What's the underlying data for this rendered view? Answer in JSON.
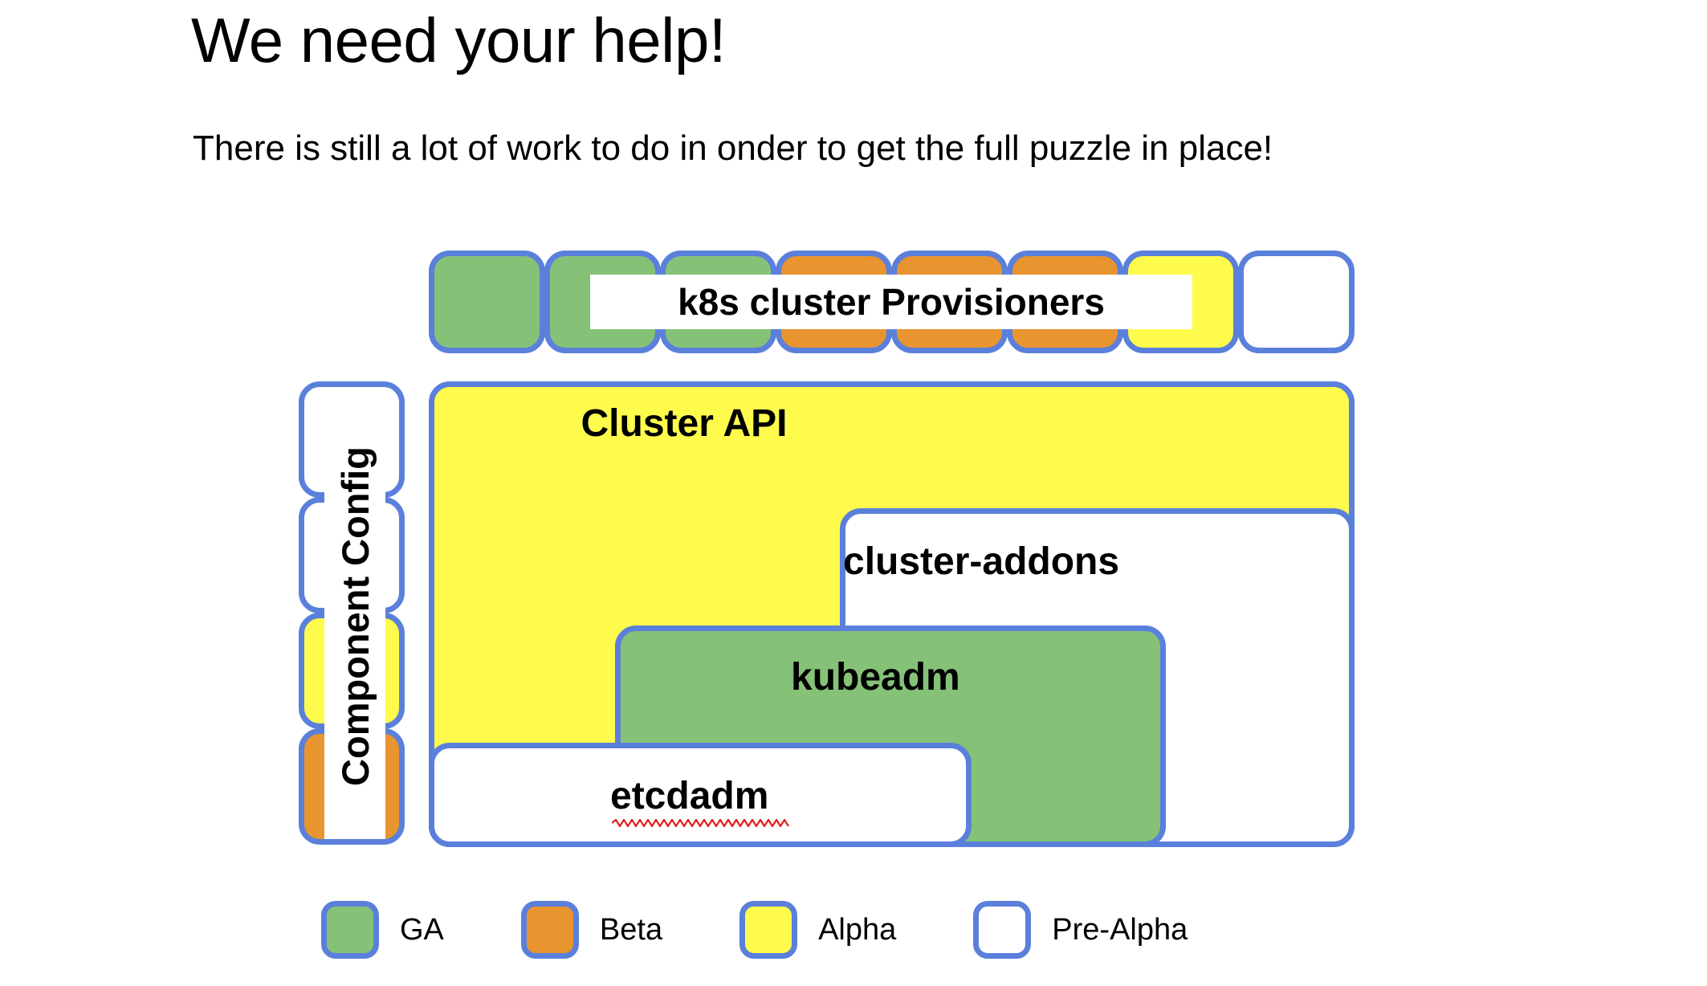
{
  "slide": {
    "title": "We need your help!",
    "subtitle": "There is still a lot of work to do in onder to get the full puzzle in place!"
  },
  "colors": {
    "border_blue": "#5b80db",
    "ga_green": "#85c278",
    "beta_orange": "#e8942f",
    "alpha_yellow": "#fffb4d",
    "prealpha_white": "#ffffff",
    "spellcheck_red": "#e02020"
  },
  "diagram": {
    "provisioner_row": {
      "banner_label": "k8s cluster Provisioners",
      "tiles": [
        {
          "maturity": "GA"
        },
        {
          "maturity": "GA"
        },
        {
          "maturity": "GA"
        },
        {
          "maturity": "Beta"
        },
        {
          "maturity": "Beta"
        },
        {
          "maturity": "Beta"
        },
        {
          "maturity": "Alpha"
        },
        {
          "maturity": "Pre-Alpha"
        }
      ]
    },
    "component_config": {
      "label": "Component Config",
      "tiles": [
        {
          "maturity": "Pre-Alpha"
        },
        {
          "maturity": "Pre-Alpha"
        },
        {
          "maturity": "Alpha"
        },
        {
          "maturity": "Beta"
        }
      ]
    },
    "layers": [
      {
        "label": "Cluster API",
        "maturity": "Alpha"
      },
      {
        "label": "cluster-addons",
        "maturity": "Pre-Alpha"
      },
      {
        "label": "kubeadm",
        "maturity": "GA"
      },
      {
        "label": "etcdadm",
        "maturity": "Pre-Alpha",
        "spellcheck_flagged": true
      }
    ]
  },
  "legend": {
    "items": [
      {
        "label": "GA",
        "maturity": "GA"
      },
      {
        "label": "Beta",
        "maturity": "Beta"
      },
      {
        "label": "Alpha",
        "maturity": "Alpha"
      },
      {
        "label": "Pre-Alpha",
        "maturity": "Pre-Alpha"
      }
    ]
  }
}
